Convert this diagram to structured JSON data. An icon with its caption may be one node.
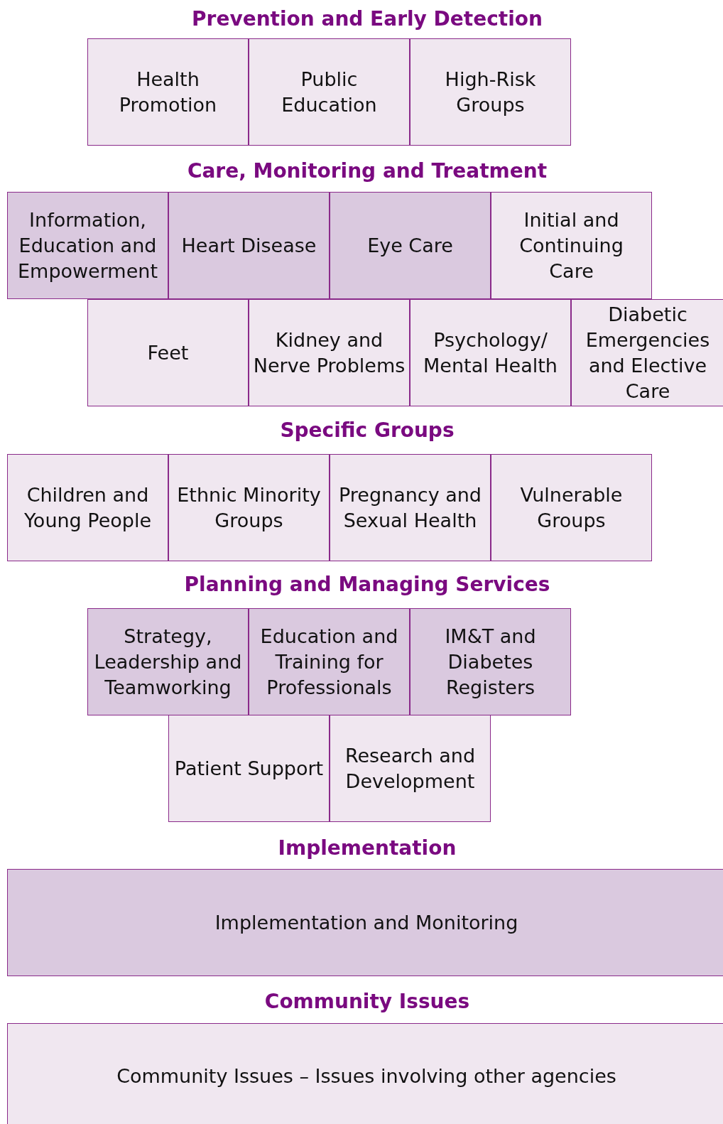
{
  "diagram": {
    "nodes": [
      {
        "text": [
          "Health Promotion"
        ]
      },
      {
        "text": [
          "Public Education"
        ]
      },
      {
        "text": [
          "High-Risk Groups"
        ]
      },
      {
        "text": [
          "Information, Education and Empowerment"
        ]
      },
      {
        "text": [
          "Heart Disease"
        ]
      },
      {
        "text": [
          "Eye Care"
        ]
      },
      {
        "text": [
          "Initial and Continuing Care"
        ]
      },
      {
        "text": [
          "Feet"
        ]
      },
      {
        "text": [
          "Kidney and Nerve Problems"
        ]
      },
      {
        "text": [
          "Psychology/ Mental Health"
        ]
      },
      {
        "text": [
          "Diabetic Emergencies and Elective Care"
        ]
      },
      {
        "text": [
          "Children and Young People"
        ]
      },
      {
        "text": [
          "Ethnic Minority Groups"
        ]
      },
      {
        "text": [
          "Pregnancy and Sexual Health"
        ]
      },
      {
        "text": [
          "Vulnerable Groups"
        ]
      },
      {
        "text": [
          "Strategy, Leadership and Teamworking"
        ]
      },
      {
        "text": [
          "Education and Training for Professionals"
        ]
      },
      {
        "text": [
          "IM&T and Diabetes Registers"
        ]
      },
      {
        "text": [
          "Patient Support"
        ]
      },
      {
        "text": [
          "Research and Development"
        ]
      },
      {
        "text": [
          "Implementation and Monitoring"
        ]
      },
      {
        "text": [
          "Community Issues – Issues involving other agencies"
        ]
      }
    ],
    "labels": [
      "Prevention and Early Detection",
      "Care, Monitoring and Treatment",
      "Specific Groups",
      "Planning and Managing Services",
      "Implementation",
      "Community Issues"
    ]
  }
}
